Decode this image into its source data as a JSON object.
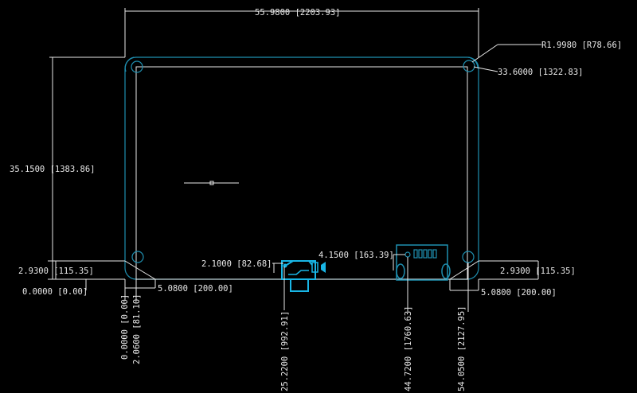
{
  "drawing": {
    "colors": {
      "background": "#000000",
      "dimension": "#e8e8e8",
      "board_outline": "#1f8fb0",
      "component": "#19b6e6"
    },
    "dimensions": {
      "overall_width": "55.9800 [2203.93]",
      "corner_radius": "R1.9980 [R78.66]",
      "inner_right": "33.6000 [1322.83]",
      "height": "35.1500 [1383.86]",
      "hole_y_left": "2.9300 [115.35]",
      "origin_y": "0.0000 [0.00]",
      "hole_offset_left": "5.0800 [200.00]",
      "conn_a_height": "2.1000 [82.68]",
      "conn_b_height": "4.1500 [163.39]",
      "hole_y_right": "2.9300 [115.35]",
      "hole_offset_right": "5.0800 [200.00]",
      "x_origin": "0.0000 [0.00]",
      "x_hole_left": "2.0600 [81.10]",
      "x_conn_a": "25.2200 [992.91]",
      "x_conn_b": "44.7200 [1760.63]",
      "x_hole_right": "54.0500 [2127.95]"
    }
  }
}
